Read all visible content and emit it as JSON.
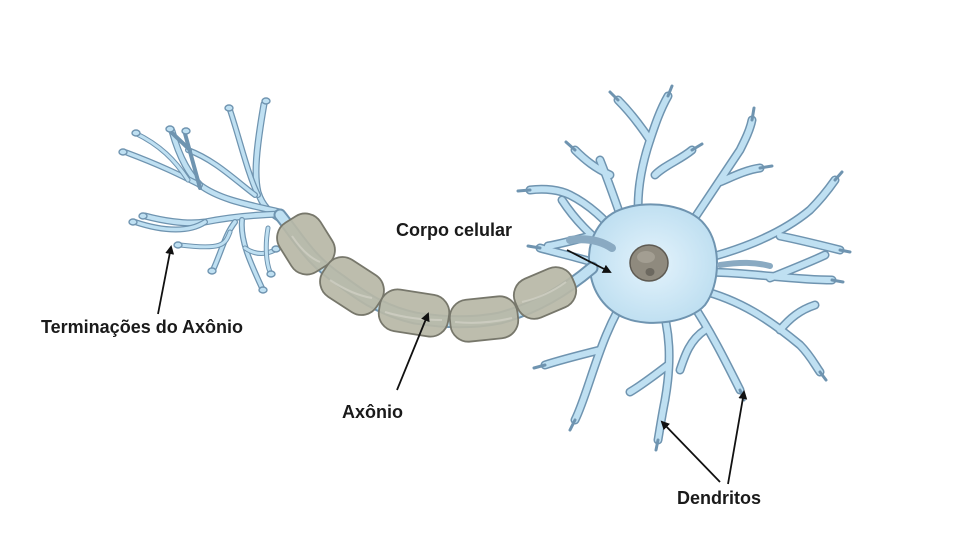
{
  "labels": {
    "axon_terminals": "Terminações do Axônio",
    "axon": "Axônio",
    "cell_body": "Corpo celular",
    "dendrites": "Dendritos"
  },
  "colors": {
    "membrane": "#bfe0f2",
    "membrane_outline": "#6f94b0",
    "myelin": "#b7b7a6",
    "myelin_outline": "#77776b",
    "nucleus": "#8f8a7e",
    "arrow": "#111111"
  }
}
